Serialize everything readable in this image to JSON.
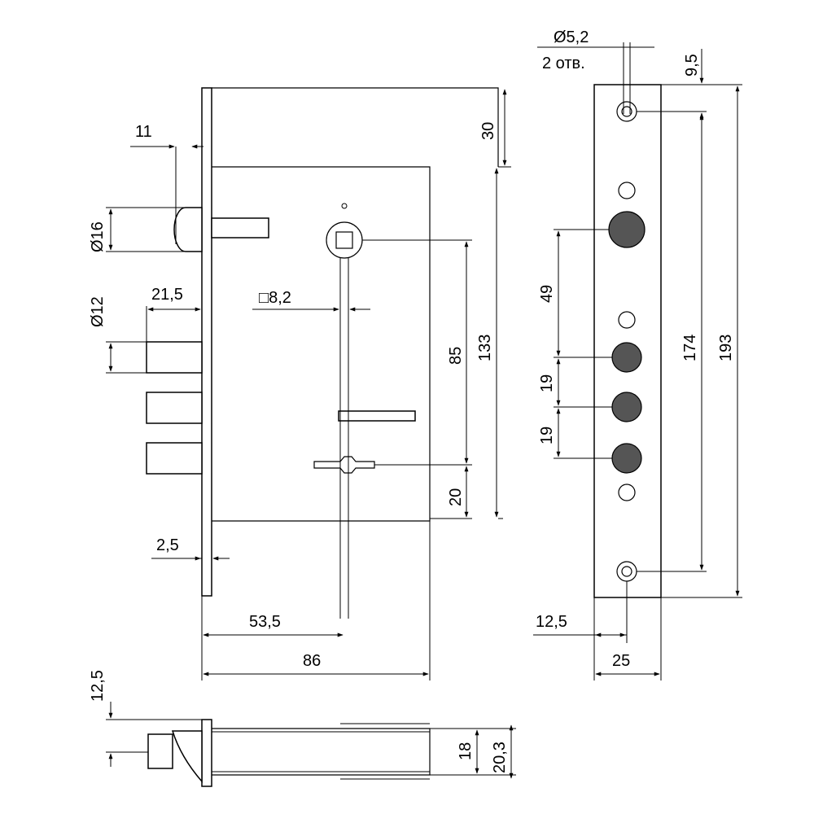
{
  "colors": {
    "stroke": "#000000",
    "hole_fill": "#555555",
    "background": "#ffffff"
  },
  "front_view": {
    "dim_faceplate_offset": "11",
    "dim_latch_diameter": "Ø16",
    "dim_bolt_diameter": "Ø12",
    "dim_bolt_throw": "21,5",
    "dim_spindle_square": "□8,2",
    "dim_top_offset": "30",
    "dim_spindle_to_key": "85",
    "dim_case_height": "133",
    "dim_key_to_bottom": "20",
    "dim_faceplate_thickness": "2,5",
    "dim_backset": "53,5",
    "dim_case_depth": "86"
  },
  "side_view": {
    "dim_screw_hole": "Ø5,2",
    "dim_screw_hole_count": "2 отв.",
    "dim_top_hole_offset": "9,5",
    "dim_spindle_to_bolt": "49",
    "dim_bolt_pitch_1": "19",
    "dim_bolt_pitch_2": "19",
    "dim_hole_spacing": "174",
    "dim_faceplate_length": "193",
    "dim_hole_center": "12,5",
    "dim_faceplate_width": "25"
  },
  "bottom_view": {
    "dim_latch_offset": "12,5",
    "dim_case_thickness": "18",
    "dim_total_thickness": "20,3"
  }
}
